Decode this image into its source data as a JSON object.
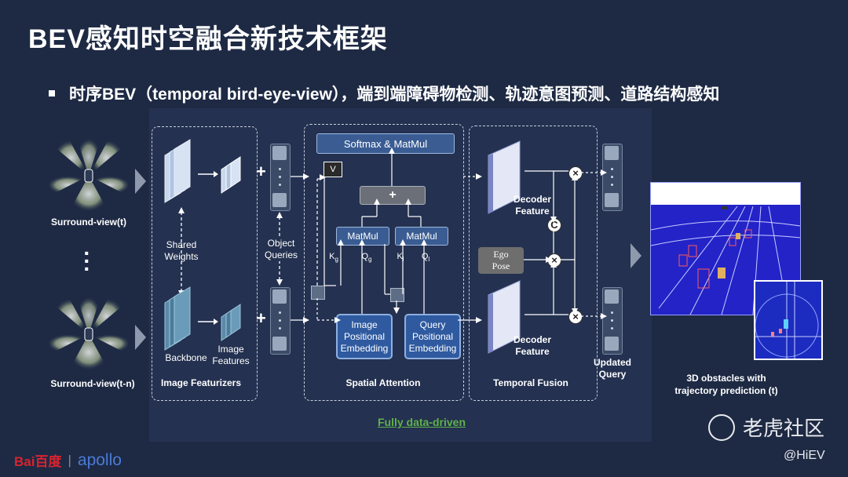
{
  "slide": {
    "title": "BEV感知时空融合新技术框架",
    "bullet": "时序BEV（temporal bird-eye-view），端到端障碍物检测、轨迹意图预测、道路结构感知"
  },
  "diagram": {
    "surround_t": "Surround-view(t)",
    "surround_tn": "Surround-view(t-n)",
    "shared_weights": [
      "Shared",
      "Weights"
    ],
    "backbone": "Backbone",
    "image_features": [
      "Image",
      "Features"
    ],
    "image_featurizers": "Image Featurizers",
    "object_queries": [
      "Object",
      "Queries"
    ],
    "plus": "+",
    "softmax": "Softmax & MatMul",
    "v_label": "V",
    "matmul": "MatMul",
    "k_g": "K",
    "k_g_sub": "g",
    "q_g": "Q",
    "q_g_sub": "g",
    "k_l": "K",
    "k_l_sub": "l",
    "q_l": "Q",
    "q_l_sub": "l",
    "image_pos_emb": [
      "Image",
      "Positional",
      "Embedding"
    ],
    "query_pos_emb": [
      "Query",
      "Positional",
      "Embedding"
    ],
    "spatial_attention": "Spatial Attention",
    "decoder_feature": [
      "Decoder",
      "Feature"
    ],
    "ego_pose": [
      "Ego",
      "Pose"
    ],
    "concat_symbol": "C",
    "multiply_symbol": "×",
    "temporal_fusion": "Temporal Fusion",
    "updated_query": [
      "Updated",
      "Query"
    ],
    "obstacles": [
      "3D obstacles with",
      "trajectory prediction (t)"
    ],
    "fully_data_driven": "Fully data-driven"
  },
  "branding": {
    "baidu": "Bai百度",
    "apollo": "apollo",
    "watermark": "老虎社区",
    "handle": "@HiEV"
  },
  "colors": {
    "background": "#1e2a44",
    "panel": "#243150",
    "accent_green": "#5fb24a",
    "baidu_red": "#d9232e",
    "apollo_blue": "#4a7bd4"
  }
}
